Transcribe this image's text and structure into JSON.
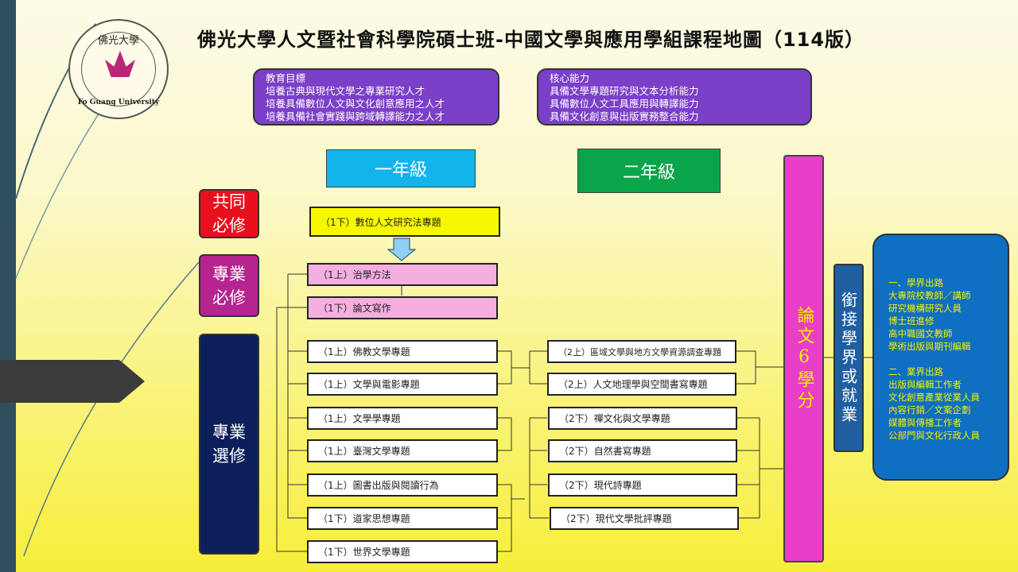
{
  "title": "佛光大學人文暨社會科學院碩士班-中國文學與應用學組課程地圖（114版）",
  "logo": {
    "text_cn": "佛光大學",
    "text_en": "Fo Guang University"
  },
  "goals": {
    "heading": "教育目標",
    "items": [
      "培養古典與現代文學之專業研究人才",
      "培養具備數位人文與文化創意應用之人才",
      "培養具備社會實踐與跨域轉譯能力之人才"
    ]
  },
  "competencies": {
    "heading": "核心能力",
    "items": [
      "具備文學專題研究與文本分析能力",
      "具備數位人文工具應用與轉譯能力",
      "具備文化創意與出版實務整合能力"
    ]
  },
  "grades": {
    "year1": "一年級",
    "year2": "二年級"
  },
  "categories": {
    "common": "共同必修",
    "core": "專業必修",
    "elective": "專業選修"
  },
  "common_course": "（1下）數位人文研究法專題",
  "core_courses": [
    "（1上）治學方法",
    "（1下）論文寫作"
  ],
  "year1_electives": [
    "（1上）佛教文學專題",
    "（1上）文學與電影專題",
    "（1上）文學學專題",
    "（1上）臺灣文學專題",
    "（1上）圖書出版與閱讀行為",
    "（1下）道家思想專題",
    "（1下）世界文學專題"
  ],
  "year2_electives": [
    "（2上）區域文學與地方文學資源調查專題",
    "（2上）人文地理學與空間書寫專題",
    "（2下）禪文化與文學專題",
    "（2下）自然書寫專題",
    "（2下）現代詩專題",
    "（2下）現代文學批評專題"
  ],
  "thesis": "論文6學分",
  "bridge": "銜接學界或就業",
  "careers": {
    "academic_heading": "一、學界出路",
    "academic": [
      "大專院校教師／講師",
      "研究機構研究人員",
      "博士班進修",
      "高中職國文教師",
      "學術出版與期刊編輯"
    ],
    "industry_heading": "二、業界出路",
    "industry": [
      "出版與編輯工作者",
      "文化創意產業從業人員",
      "內容行銷／文案企劃",
      "媒體與傳播工作者",
      "公部門與文化行政人員"
    ]
  },
  "colors": {
    "purple": "#7b3fc8",
    "year1": "#13b4ec",
    "year2": "#0aa54b",
    "common": "#e8101c",
    "core": "#b5248f",
    "elective": "#0c1f5a",
    "thesis": "#e83ec8",
    "bridge": "#1f5fa0",
    "career": "#0f6fc0"
  }
}
